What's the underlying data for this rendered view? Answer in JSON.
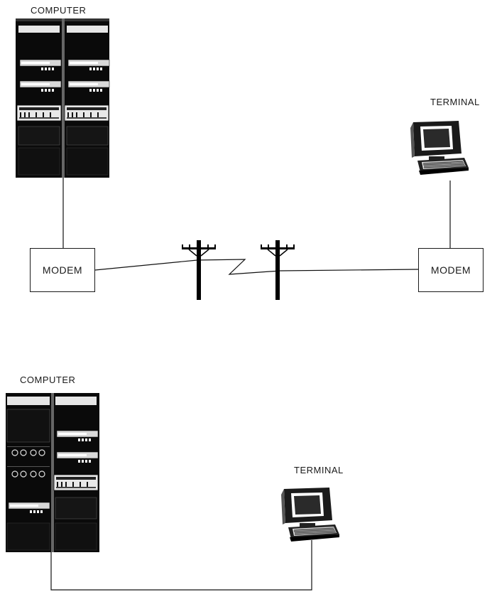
{
  "top": {
    "computer_label": "COMPUTER",
    "terminal_label": "TERMINAL",
    "modem_left_label": "MODEM",
    "modem_right_label": "MODEM"
  },
  "bottom": {
    "computer_label": "COMPUTER",
    "terminal_label": "TERMINAL"
  }
}
